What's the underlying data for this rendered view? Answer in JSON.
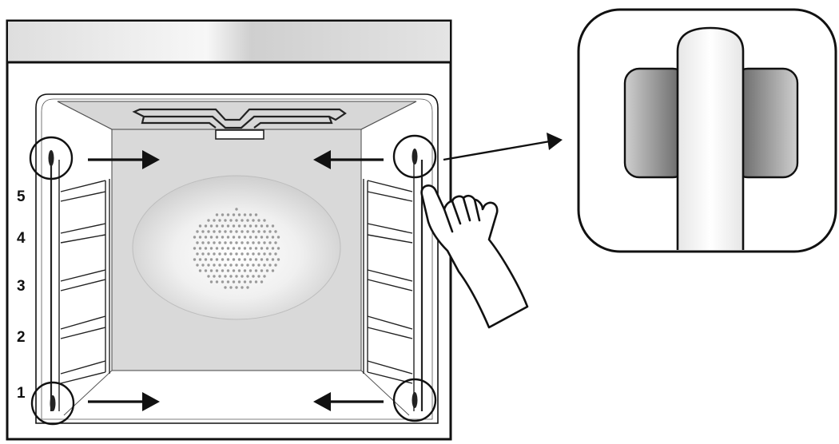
{
  "diagram": {
    "shelf_levels": [
      "5",
      "4",
      "3",
      "2",
      "1"
    ],
    "icons": {
      "pointing_hand": "hand-pointing-icon",
      "detail_view": "clip-detail-icon"
    },
    "colors": {
      "outline": "#111111",
      "cavity_back": "#d8d8d8",
      "top_panel": "#dcdcdc",
      "clip_grey": "#8a8a8a"
    }
  }
}
